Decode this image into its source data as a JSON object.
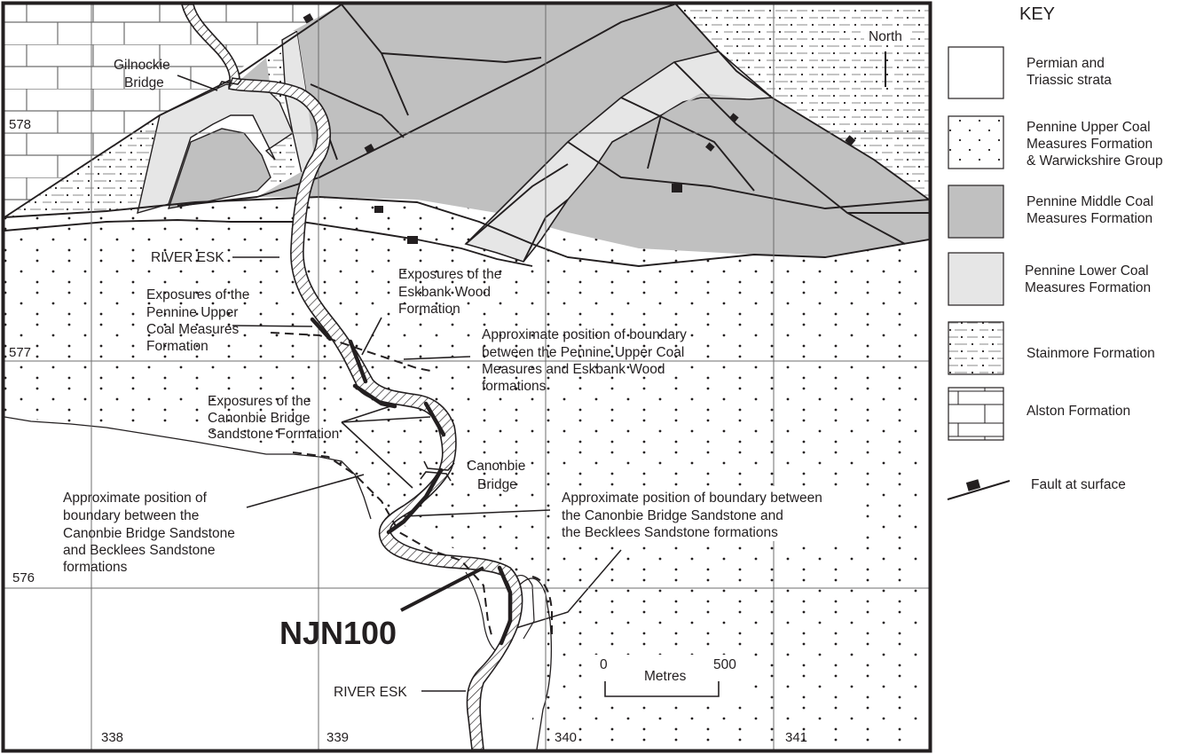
{
  "map": {
    "north_label": "North",
    "grid": {
      "eastings": [
        "338",
        "339",
        "340",
        "341"
      ],
      "northings": [
        "578",
        "577",
        "576"
      ]
    },
    "place_labels": {
      "gilnockie_bridge": [
        "Gilnockie",
        "Bridge"
      ],
      "canonbie_bridge": [
        "Canonbie",
        "Bridge"
      ],
      "river_esk_upper": "RIVER ESK",
      "river_esk_lower": "RIVER ESK"
    },
    "annotations": {
      "upper_coal_exposures": [
        "Exposures of the",
        "Pennine Upper",
        "Coal Measures",
        "Formation"
      ],
      "eskbank_exposures": [
        "Exposures of the",
        "Eskbank Wood",
        "Formation"
      ],
      "upper_eskbank_boundary": [
        "Approximate position of boundary",
        "between the Pennine Upper Coal",
        "Measures and Eskbank Wood",
        "formations"
      ],
      "canonbie_exposures": [
        "Exposures of the",
        "Canonbie Bridge",
        "Sandstone Formation"
      ],
      "canonbie_becklees_boundary_left": [
        "Approximate position of",
        "boundary between the",
        "Canonbie Bridge Sandstone",
        "and Becklees Sandstone",
        "formations"
      ],
      "canonbie_becklees_boundary_right": [
        "Approximate position of boundary between",
        "the Canonbie Bridge Sandstone and",
        "the Becklees Sandstone formations"
      ]
    },
    "site_label": "NJN100",
    "scale_bar": {
      "start": "0",
      "end": "500",
      "unit": "Metres"
    }
  },
  "key": {
    "title": "KEY",
    "items": [
      {
        "id": "permian",
        "label": [
          "Permian and",
          "Triassic strata"
        ],
        "pattern": "blank"
      },
      {
        "id": "upper_coal",
        "label": [
          "Pennine Upper Coal",
          "Measures Formation",
          "& Warwickshire Group"
        ],
        "pattern": "dots"
      },
      {
        "id": "middle_coal",
        "label": [
          "Pennine Middle Coal",
          "Measures Formation"
        ],
        "pattern": "dark-grey"
      },
      {
        "id": "lower_coal",
        "label": [
          "Pennine Lower Coal",
          "Measures Formation"
        ],
        "pattern": "light-grey"
      },
      {
        "id": "stainmore",
        "label": [
          "Stainmore Formation"
        ],
        "pattern": "dash-dot"
      },
      {
        "id": "alston",
        "label": [
          "Alston Formation"
        ],
        "pattern": "brick"
      },
      {
        "id": "fault",
        "label": [
          "Fault at surface"
        ],
        "pattern": "fault-line"
      }
    ]
  },
  "colors": {
    "middle_coal": "#c0c0c0",
    "lower_coal": "#e6e6e6",
    "line": "#231f20",
    "grid": "#6d6d6d"
  }
}
